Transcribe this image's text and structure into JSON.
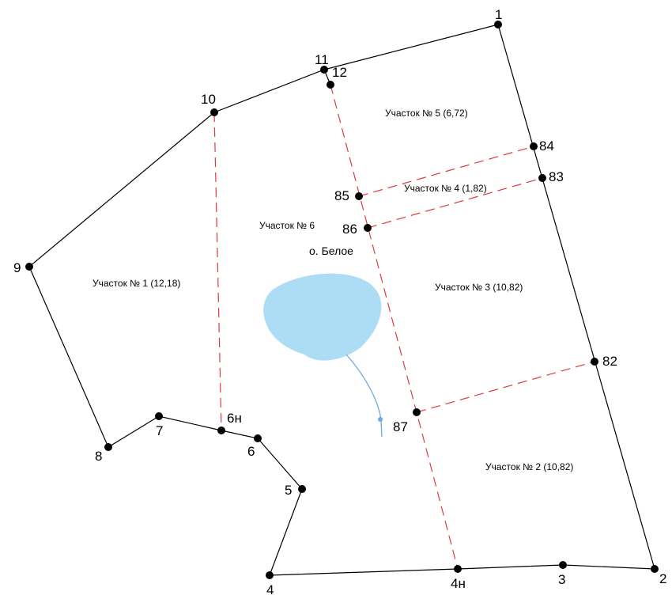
{
  "map": {
    "colors": {
      "boundary": "#000000",
      "division": "#e0393e",
      "lake": "#addcf5",
      "stream": "#6fa8dc",
      "point": "#000000"
    },
    "lake_name": "о. Белое",
    "plots": [
      {
        "id": "plot-1",
        "label": "Участок № 1 (12,18)"
      },
      {
        "id": "plot-2",
        "label": "Участок № 2 (10,82)"
      },
      {
        "id": "plot-3",
        "label": "Участок № 3 (10,82)"
      },
      {
        "id": "plot-4",
        "label": "Участок № 4 (1,82)"
      },
      {
        "id": "plot-5",
        "label": "Участок № 5 (6,72)"
      },
      {
        "id": "plot-6",
        "label": "Участок № 6"
      }
    ],
    "points": [
      "1",
      "2",
      "3",
      "4н",
      "4",
      "5",
      "6",
      "6н",
      "7",
      "8",
      "9",
      "10",
      "11",
      "12",
      "84",
      "83",
      "82",
      "85",
      "86",
      "87"
    ]
  }
}
